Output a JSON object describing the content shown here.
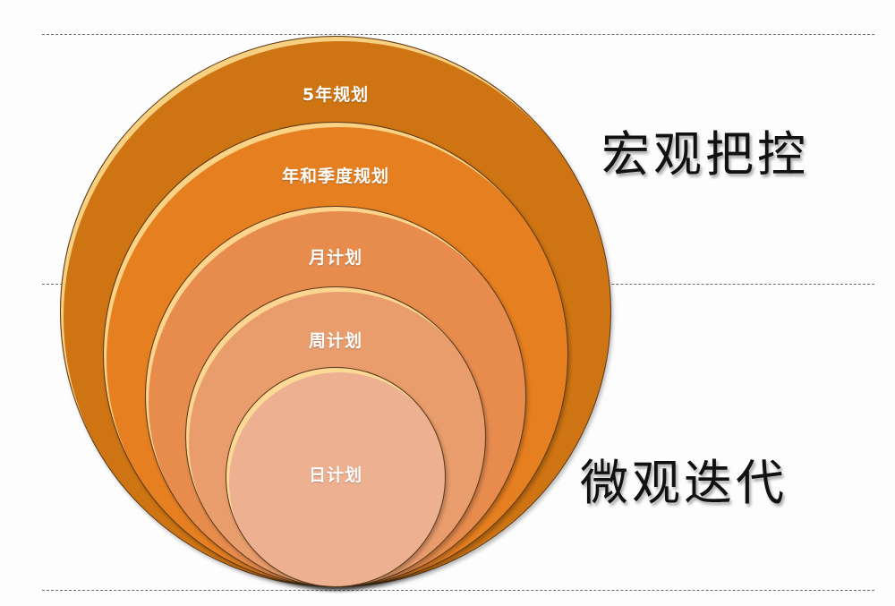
{
  "diagram": {
    "title": "Planning hierarchy nested circles",
    "rings": [
      {
        "label": "5年规划",
        "color": "#cf7412"
      },
      {
        "label": "年和季度规划",
        "color": "#e67f20"
      },
      {
        "label": "月计划",
        "color": "#e88c4e"
      },
      {
        "label": "周计划",
        "color": "#ea9d6c"
      },
      {
        "label": "日计划",
        "color": "#edb091"
      }
    ],
    "side_labels": {
      "top": "宏观把控",
      "bottom": "微观迭代"
    }
  }
}
